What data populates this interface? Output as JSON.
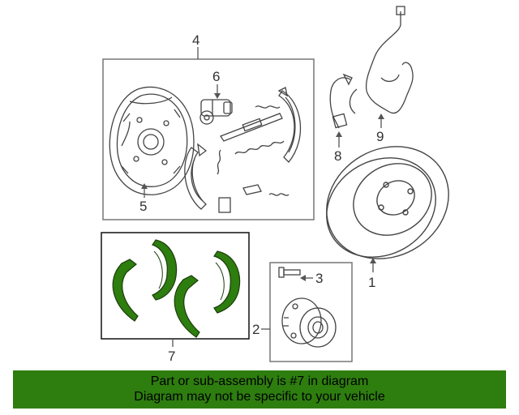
{
  "diagram": {
    "callouts": {
      "c1": "1",
      "c2": "2",
      "c3": "3",
      "c4": "4",
      "c5": "5",
      "c6": "6",
      "c7": "7",
      "c8": "8",
      "c9": "9"
    },
    "highlight_color": "#2e7d0f"
  },
  "banner": {
    "line1": "Part or sub-assembly is #7 in diagram",
    "line2": "Diagram may not be specific to your vehicle",
    "color": "#2e7d0f"
  }
}
